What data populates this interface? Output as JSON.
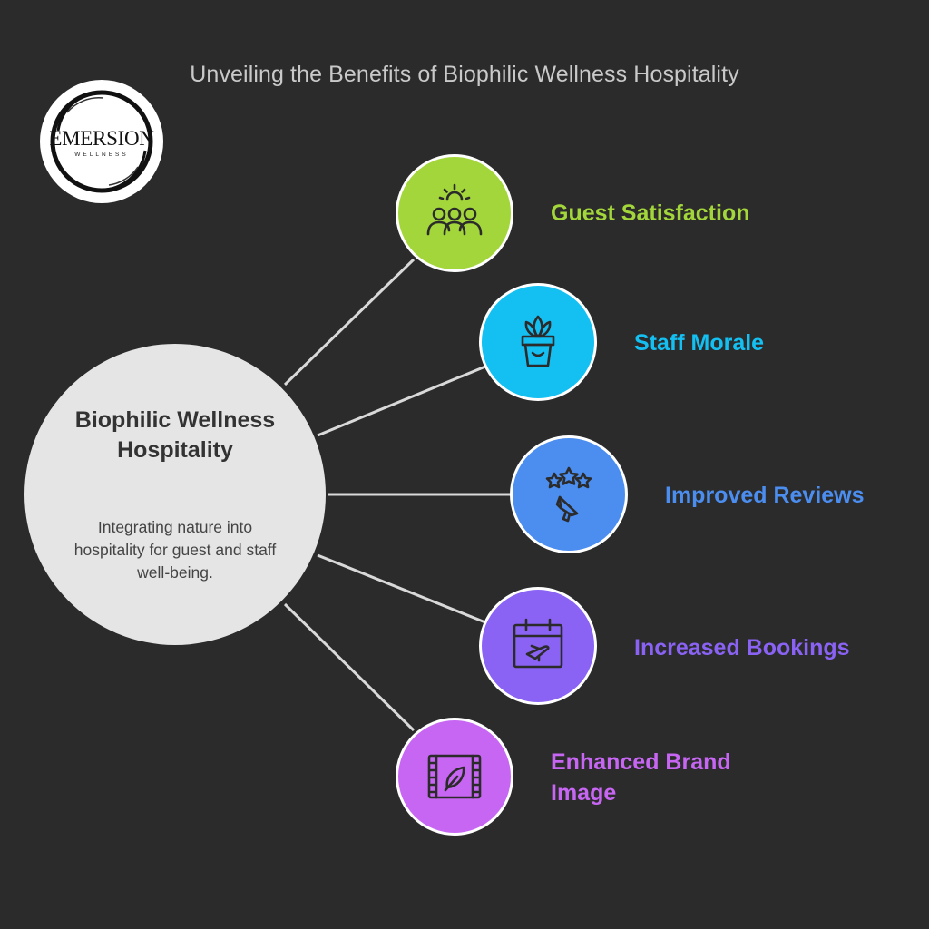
{
  "title": "Unveiling the Benefits of Biophilic Wellness Hospitality",
  "logo": {
    "name": "EMERSION",
    "tagline": "WELLNESS"
  },
  "hub": {
    "title": "Biophilic Wellness Hospitality",
    "description": "Integrating nature into hospitality for guest and staff well-being."
  },
  "benefits": [
    {
      "label": "Guest Satisfaction",
      "color": "#a3d63a",
      "icon": "people-group-icon"
    },
    {
      "label": "Staff Morale",
      "color": "#14c0f2",
      "icon": "potted-plant-smile-icon"
    },
    {
      "label": "Improved Reviews",
      "color": "#4b8ef0",
      "icon": "stars-megaphone-icon"
    },
    {
      "label": "Increased Bookings",
      "color": "#8a63f5",
      "icon": "calendar-plane-icon"
    },
    {
      "label": "Enhanced Brand Image",
      "color": "#c766f2",
      "icon": "leaf-film-frame-icon"
    }
  ]
}
